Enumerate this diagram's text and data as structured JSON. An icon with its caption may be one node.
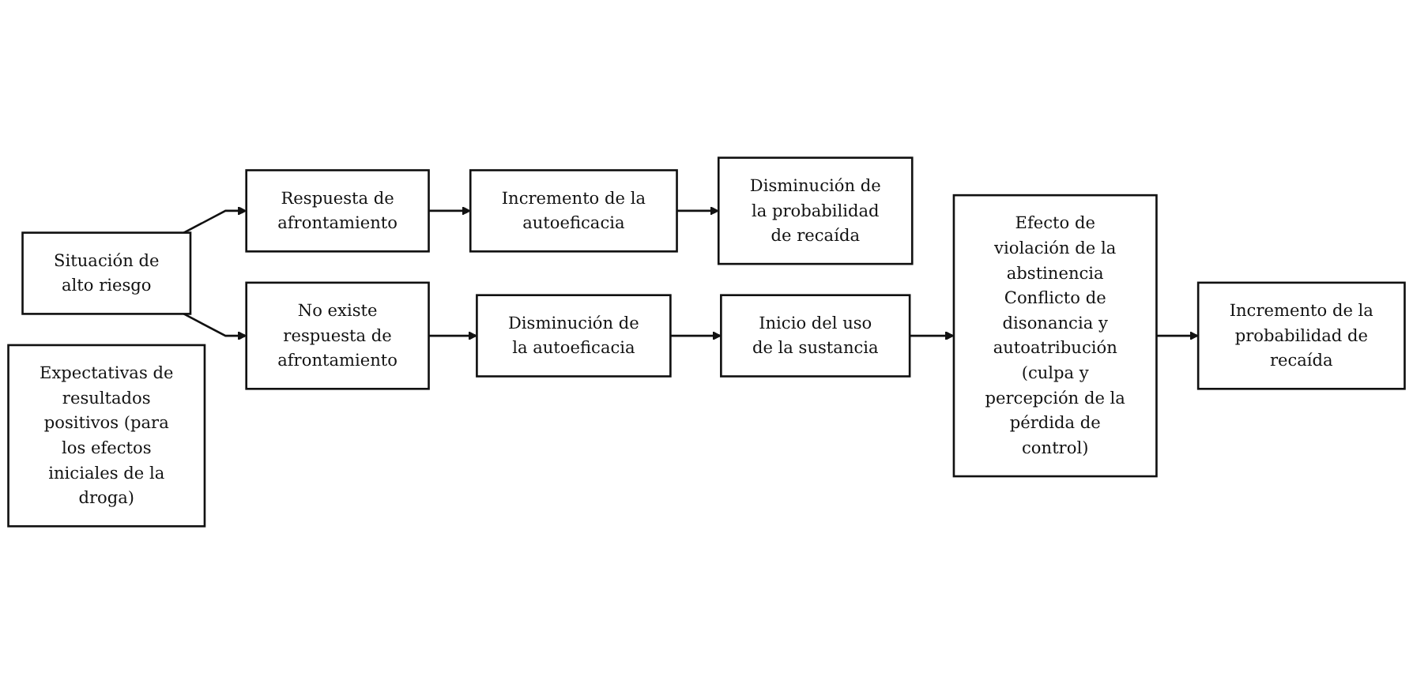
{
  "diagram": {
    "nodes": [
      {
        "text": [
          "Situación de alto riesgo"
        ]
      },
      {
        "text": [
          "Respuesta de afrontamiento"
        ]
      },
      {
        "text": [
          "Incremento de la autoeficacia"
        ]
      },
      {
        "text": [
          "Disminución de la probabilidad de recaída"
        ]
      },
      {
        "text": [
          "No existe respuesta de afrontamiento"
        ]
      },
      {
        "text": [
          "Disminución de la autoeficacia"
        ]
      },
      {
        "text": [
          "Expectativas de resultados positivos (para los efectos iniciales de la droga)"
        ]
      },
      {
        "text": [
          "Inicio del uso de la sustancia"
        ]
      },
      {
        "text": [
          "Efecto de violación de la abstinencia",
          "Conflicto de disonancia y autoatribución (culpa y percepción de la pérdida de control)"
        ]
      },
      {
        "text": [
          "Incremento de la probabilidad de recaída"
        ]
      }
    ],
    "edges": [
      {
        "from": 0,
        "to": 1,
        "arrow": "to"
      },
      {
        "from": 1,
        "to": 2,
        "arrow": "to"
      },
      {
        "from": 2,
        "to": 3,
        "arrow": "to"
      },
      {
        "from": 0,
        "to": 4,
        "arrow": "to"
      },
      {
        "from": 4,
        "to": 5,
        "arrow": "to"
      },
      {
        "from": 5,
        "to": 7,
        "arrow": "to"
      },
      {
        "from": 7,
        "to": 8,
        "arrow": "to"
      },
      {
        "from": 8,
        "to": 9,
        "arrow": "to"
      }
    ]
  }
}
